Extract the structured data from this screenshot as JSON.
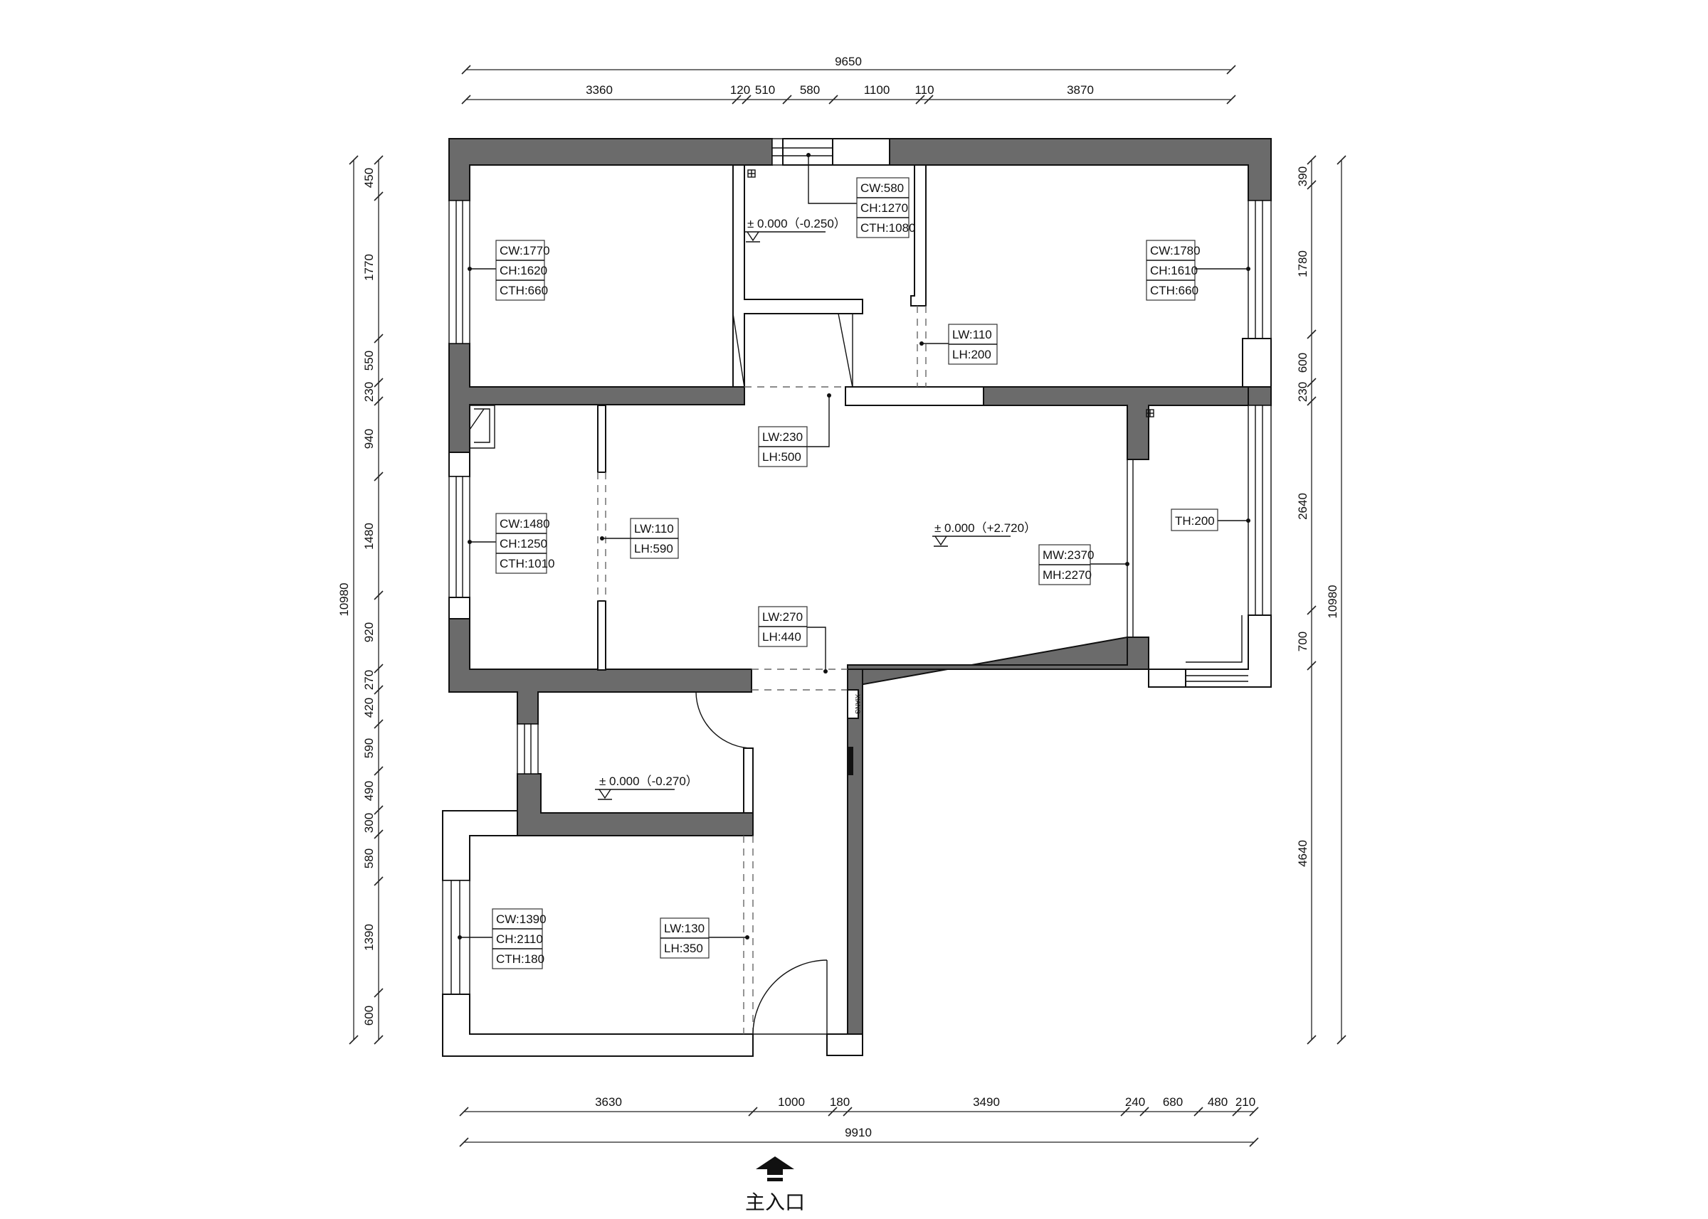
{
  "dims": {
    "top_total": "9650",
    "top_segments": [
      "3360",
      "120",
      "510",
      "580",
      "1100",
      "110",
      "3870"
    ],
    "bottom_total": "9910",
    "bottom_segments": [
      "3630",
      "1000",
      "180",
      "3490",
      "240",
      "680",
      "480",
      "210"
    ],
    "left_total": "10980",
    "left_segments": [
      "450",
      "1770",
      "550",
      "230",
      "940",
      "1480",
      "920",
      "270",
      "420",
      "590",
      "490",
      "300",
      "580",
      "1390",
      "600"
    ],
    "right_total": "10980",
    "right_segments": [
      "390",
      "1780",
      "600",
      "230",
      "2640",
      "700",
      "4640"
    ]
  },
  "labels": {
    "bed1": [
      "CW:1770",
      "CH:1620",
      "CTH:660"
    ],
    "bed2": [
      "CW:1780",
      "CH:1610",
      "CTH:660"
    ],
    "bath_window": [
      "CW:580",
      "CH:1270",
      "CTH:1080"
    ],
    "left_mid": [
      "CW:1480",
      "CH:1250",
      "CTH:1010"
    ],
    "bottom_room": [
      "CW:1390",
      "CH:2110",
      "CTH:180"
    ],
    "lw110_top": [
      "LW:110",
      "LH:200"
    ],
    "lw230": [
      "LW:230",
      "LH:500"
    ],
    "lw110_mid": [
      "LW:110",
      "LH:590"
    ],
    "lw270": [
      "LW:270",
      "LH:440"
    ],
    "lw130": [
      "LW:130",
      "LH:350"
    ],
    "mw": [
      "MW:2370",
      "MH:2270"
    ],
    "th": "TH:200",
    "elev_bath": "± 0.000（-0.250）",
    "elev_main": "± 0.000（+2.720）",
    "elev_kitchen": "± 0.000（-0.270）",
    "entrance": "主入口",
    "meter_box": "XIANG"
  }
}
